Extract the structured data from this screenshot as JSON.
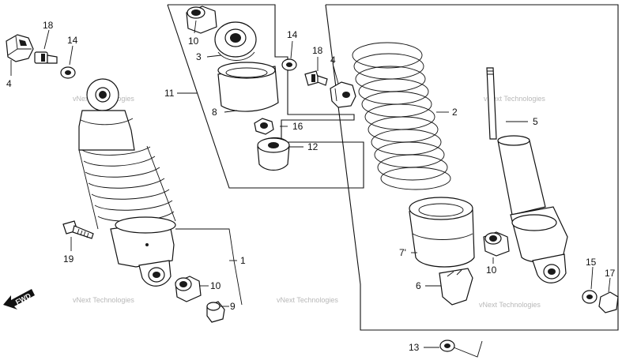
{
  "labels": {
    "l18a": "18",
    "l14a": "14",
    "l4a": "4",
    "l10a": "10",
    "l3": "3",
    "l11": "11",
    "l8": "8",
    "l14b": "14",
    "l18b": "18",
    "l4b": "4",
    "l16": "16",
    "l12": "12",
    "l2": "2",
    "l5": "5",
    "l19": "19",
    "l1": "1",
    "l10b": "10",
    "l9": "9",
    "l7": "7'",
    "l6": "6",
    "l10c": "10",
    "l15": "15",
    "l17": "17",
    "l13": "13"
  },
  "fwd": "FWD",
  "watermark": "vNext Technologies"
}
